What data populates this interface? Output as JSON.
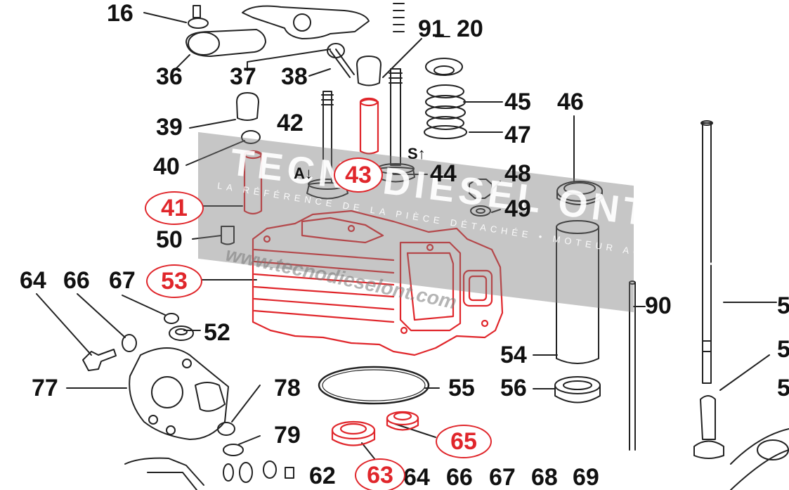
{
  "labels": {
    "p16": "16",
    "p36": "36",
    "p37": "37",
    "p38": "38",
    "p91": "91",
    "p20": "20",
    "p39": "39",
    "p42": "42",
    "p45": "45",
    "p46": "46",
    "p47": "47",
    "p40": "40",
    "p43": "43",
    "p44": "44",
    "p48": "48",
    "p49": "49",
    "p41": "41",
    "p50": "50",
    "p53": "53",
    "p90": "90",
    "p64": "64",
    "p66": "66",
    "p67": "67",
    "p52": "52",
    "p54": "54",
    "p77": "77",
    "p78": "78",
    "p55": "55",
    "p56": "56",
    "p79": "79",
    "p65": "65",
    "p62": "62",
    "p63": "63",
    "b64": "64",
    "b66": "66",
    "b67": "67",
    "b68": "68",
    "b69": "69",
    "r1": "5",
    "r2": "5",
    "r3": "5",
    "markA": "A↓",
    "markS": "S↑"
  },
  "watermark": {
    "brand": "TECNODIESEL ONT",
    "slogan": "LA RÉFÉRENCE DE LA PIÈCE DÉTACHÉE • MOTEUR AGRICOLE • LIGNE PIÈCES",
    "url": "www.tecnodieselont.com"
  },
  "colors": {
    "highlight": "#e0262b",
    "ink": "#111111",
    "line": "#222222"
  }
}
